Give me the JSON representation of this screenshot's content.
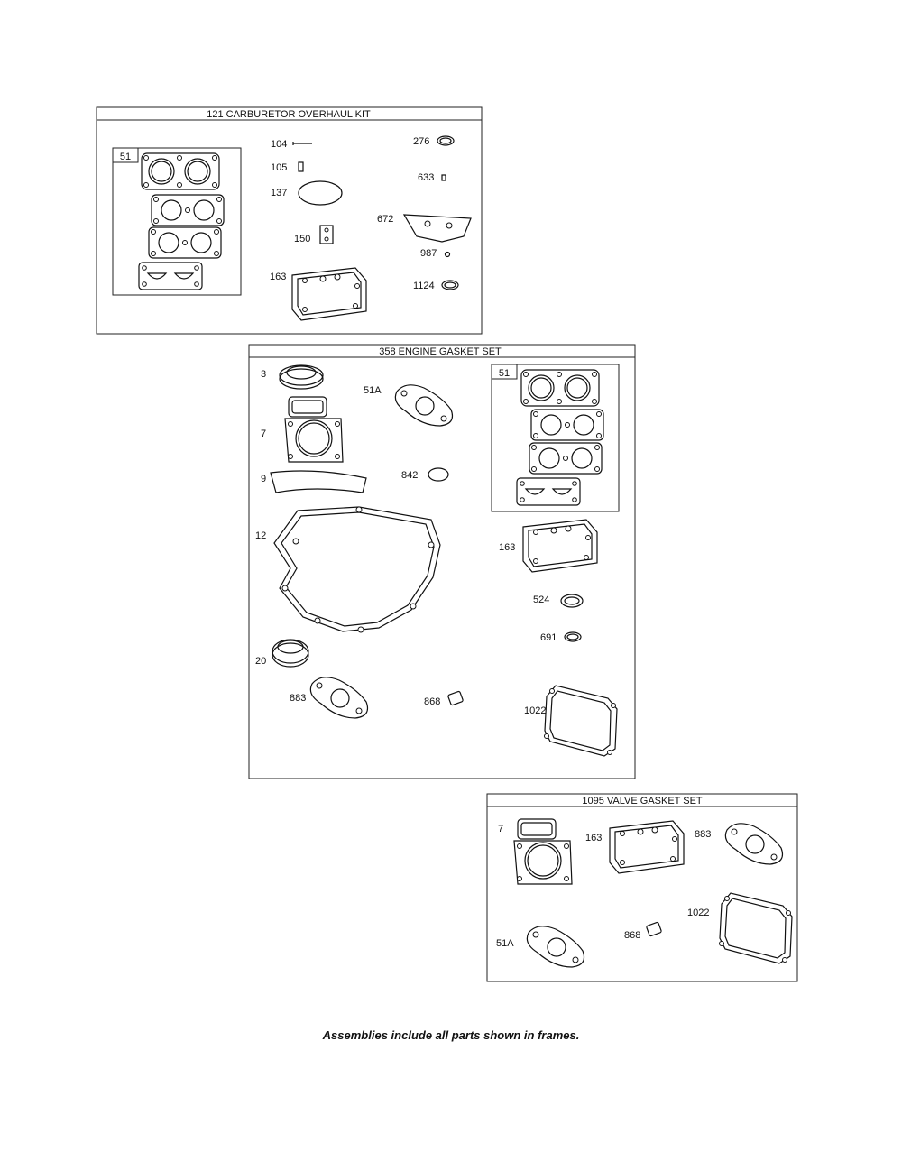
{
  "kits": {
    "carb": {
      "title": "121 CARBURETOR OVERHAUL KIT",
      "labels": {
        "p51": "51",
        "p104": "104",
        "p105": "105",
        "p137": "137",
        "p150": "150",
        "p163": "163",
        "p276": "276",
        "p633": "633",
        "p672": "672",
        "p987": "987",
        "p1124": "1124"
      }
    },
    "engine": {
      "title": "358 ENGINE GASKET SET",
      "labels": {
        "p3": "3",
        "p51A": "51A",
        "p51": "51",
        "p7": "7",
        "p9": "9",
        "p842": "842",
        "p12": "12",
        "p163": "163",
        "p524": "524",
        "p691": "691",
        "p20": "20",
        "p883": "883",
        "p868": "868",
        "p1022": "1022"
      }
    },
    "valve": {
      "title": "1095 VALVE GASKET SET",
      "labels": {
        "p7": "7",
        "p163": "163",
        "p883": "883",
        "p1022": "1022",
        "p51A": "51A",
        "p868": "868"
      }
    }
  },
  "footer": "Assemblies include all parts shown in frames."
}
